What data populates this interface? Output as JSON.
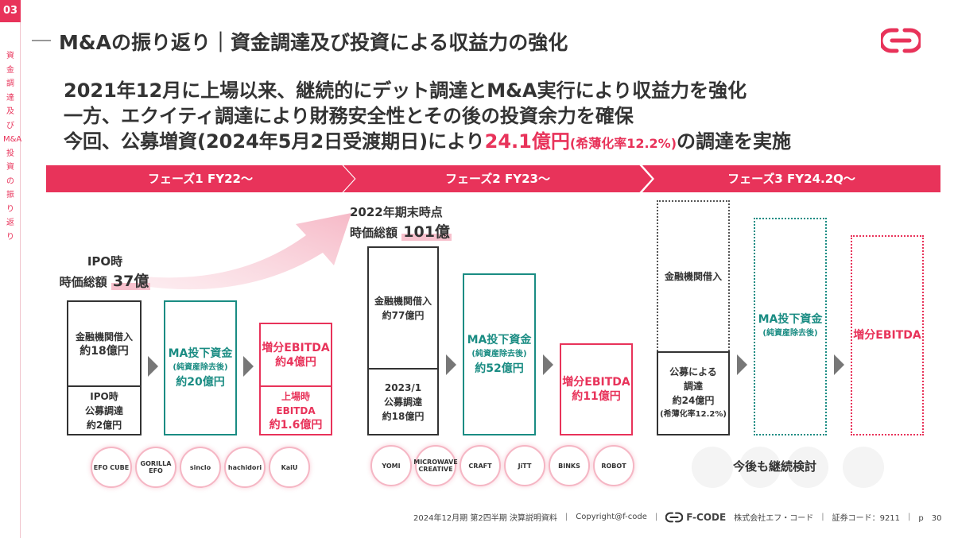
{
  "sidebar": {
    "section_no": "03",
    "label": "資金調達及びM&A投資の振り返り"
  },
  "header": {
    "title": "M&Aの振り返り｜資金調達及び投資による収益力の強化"
  },
  "headline": {
    "line1": "2021年12月に上場以来、継続的にデット調達とM&A実行により収益力を強化",
    "line2": "一方、エクイティ調達により財務安全性とその後の投資余力を確保",
    "line3_a": "今回、公募増資(2024年5月2日受渡期日)により",
    "line3_amount": "24.1億円",
    "line3_dilution": "(希薄化率12.2%)",
    "line3_b": "の調達を実施"
  },
  "phases": {
    "p1": "フェーズ1 FY22〜",
    "p2": "フェーズ2 FY23〜",
    "p3": "フェーズ3 FY24.2Q〜"
  },
  "phase1": {
    "cap_label": "IPO時",
    "cap_prefix": "時価総額",
    "cap_value": "37億",
    "loan_label": "金融機関借入",
    "loan_value": "約18億円",
    "ipo_label1": "IPO時",
    "ipo_label2": "公募調達",
    "ipo_value": "約2億円",
    "ma_label": "MA投下資金",
    "ma_sub": "(純資産除去後)",
    "ma_value": "約20億円",
    "ebitda_label": "増分EBITDA",
    "ebitda_value": "約4億円",
    "listing_label1": "上場時",
    "listing_label2": "EBITDA",
    "listing_value": "約1.6億円",
    "logos": [
      "EFO CUBE",
      "GORILLA EFO",
      "sinclo",
      "hachidori",
      "KaiU"
    ]
  },
  "phase2": {
    "cap_label": "2022年期末時点",
    "cap_prefix": "時価総額",
    "cap_value": "101億",
    "loan_label": "金融機関借入",
    "loan_value": "約77億円",
    "offer_label1": "2023/1",
    "offer_label2": "公募調達",
    "offer_value": "約18億円",
    "ma_label": "MA投下資金",
    "ma_sub": "(純資産除去後)",
    "ma_value": "約52億円",
    "ebitda_label": "増分EBITDA",
    "ebitda_value": "約11億円",
    "logos": [
      "YOMI",
      "MICROWAVE CREATIVE",
      "CRAFT",
      "JiTT",
      "BINKS",
      "ROBOT"
    ]
  },
  "phase3": {
    "loan_label": "金融機関借入",
    "offer_label1": "公募による",
    "offer_label2": "調達",
    "offer_value": "約24億円",
    "offer_dilution": "(希薄化率12.2%)",
    "ma_label": "MA投下資金",
    "ma_sub": "(純資産除去後)",
    "ebitda_label": "増分EBITDA",
    "continue_text": "今後も継続検討"
  },
  "footer": {
    "doc": "2024年12月期 第2四半期 決算説明資料",
    "copyright": "Copyright@f-code",
    "brand": "F-CODE",
    "company": "株式会社エフ・コード",
    "code": "証券コード：9211",
    "page": "p　30"
  },
  "colors": {
    "accent": "#e8335a",
    "teal": "#1a8c83",
    "text": "#333333"
  }
}
